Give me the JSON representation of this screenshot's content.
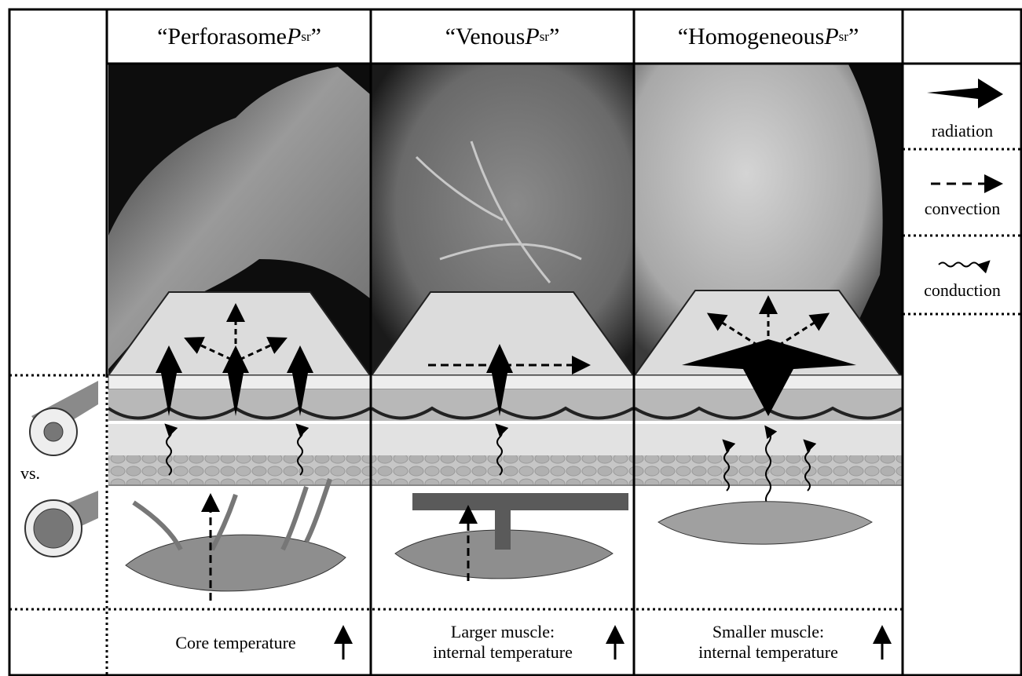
{
  "columns": [
    {
      "title_pre": "“Perforasome ",
      "title_var": "P",
      "title_sub": "sr",
      "title_post": "”",
      "footer_lines": [
        "Core temperature"
      ]
    },
    {
      "title_pre": "“Venous ",
      "title_var": "P",
      "title_sub": "sr",
      "title_post": "”",
      "footer_lines": [
        "Larger muscle:",
        "internal temperature"
      ]
    },
    {
      "title_pre": "“Homogeneous ",
      "title_var": "P",
      "title_sub": "sr",
      "title_post": "”",
      "footer_lines": [
        "Smaller muscle:",
        "internal temperature"
      ]
    }
  ],
  "legend": [
    {
      "label": "radiation",
      "icon": "solid-arrow-icon"
    },
    {
      "label": "convection",
      "icon": "dashed-arrow-icon"
    },
    {
      "label": "conduction",
      "icon": "wavy-arrow-icon"
    }
  ],
  "side_label": "vs.",
  "colors": {
    "border": "#000000",
    "skin": "#d9d9d9",
    "fat": "#bcbcbc",
    "muscle": "#8e8e8e",
    "vessel": "#6f6f6f",
    "photo_bg": "#111111"
  }
}
